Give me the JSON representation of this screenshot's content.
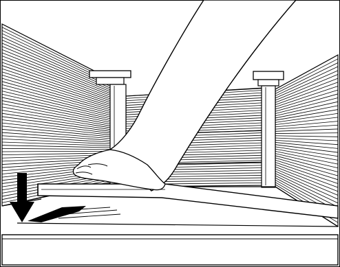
{
  "illustration": {
    "colors": {
      "line": "#000000",
      "background": "#ffffff"
    },
    "elements": [
      "left-side-wall",
      "right-side-wall",
      "back-wall",
      "left-corner-post",
      "right-corner-post",
      "loose-floor-panel",
      "foot",
      "lower-leg",
      "down-arrow-icon",
      "panel-gap-shadow",
      "front-rail"
    ]
  }
}
